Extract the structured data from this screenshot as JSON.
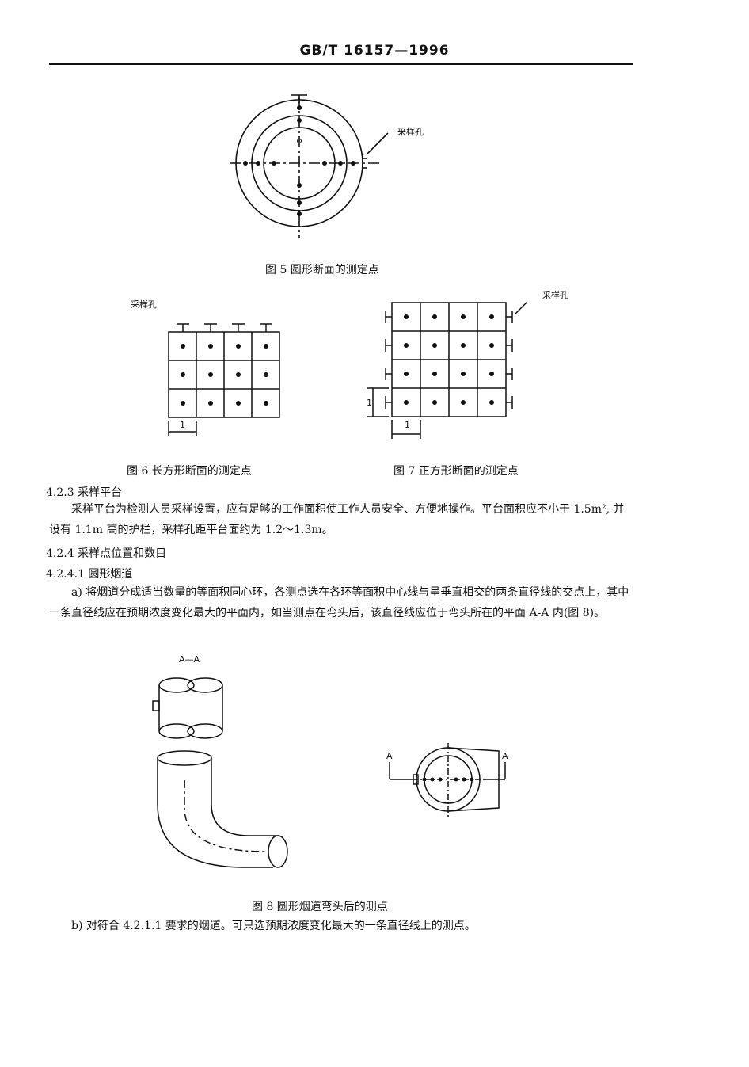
{
  "header": {
    "standard_id": "GB/T 16157—1996"
  },
  "figures": {
    "fig5": {
      "caption": "图 5   圆形断面的测定点",
      "hole_label": "采样孔"
    },
    "fig6": {
      "caption": "图 6   长方形断面的测定点",
      "hole_label": "采样孔",
      "dim_label": "1"
    },
    "fig7": {
      "caption": "图 7   正方形断面的测定点",
      "hole_label": "采样孔",
      "dim_label": "1",
      "side_label": "1"
    },
    "fig8": {
      "caption": "图 8   圆形烟道弯头后的测点",
      "section_label": "A—A",
      "a_left": "A",
      "a_right": "A"
    }
  },
  "sections": {
    "s423": {
      "heading": "4.2.3   采样平台",
      "para": "采样平台为检测人员采样设置，应有足够的工作面积使工作人员安全、方便地操作。平台面积应不小于 1.5m², 并设有 1.1m 高的护栏，采样孔距平台面约为 1.2～1.3m。"
    },
    "s424": {
      "heading": "4.2.4   采样点位置和数目"
    },
    "s4241": {
      "heading": "4.2.4.1   圆形烟道",
      "item_a": "a)  将烟道分成适当数量的等面积同心环，各测点选在各环等面积中心线与呈垂直相交的两条直径线的交点上，其中一条直径线应在预期浓度变化最大的平面内，如当测点在弯头后，该直径线应位于弯头所在的平面 A-A 内(图 8)。",
      "item_b": "b)  对符合 4.2.1.1 要求的烟道。可只选预期浓度变化最大的一条直径线上的测点。"
    }
  }
}
